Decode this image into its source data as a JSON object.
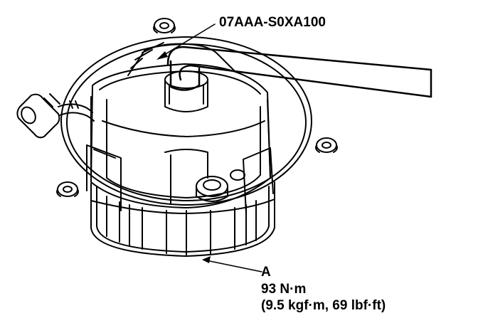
{
  "diagram": {
    "tool_label": "07AAA-S0XA100",
    "callout_letter": "A",
    "torque_primary": "93 N·m",
    "torque_secondary": "(9.5 kgf·m, 69 lbf·ft)",
    "colors": {
      "line": "#000000",
      "background": "#ffffff"
    }
  }
}
